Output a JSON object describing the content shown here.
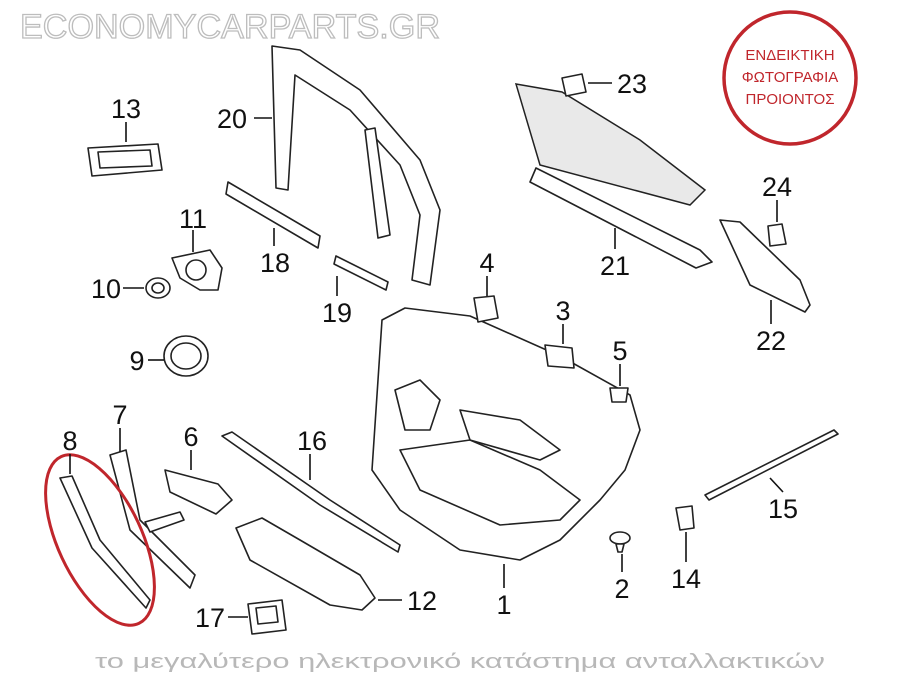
{
  "diagram": {
    "title": "Rear door trim panel parts diagram",
    "callouts": [
      "1",
      "2",
      "3",
      "4",
      "5",
      "6",
      "7",
      "8",
      "9",
      "10",
      "11",
      "12",
      "13",
      "14",
      "15",
      "16",
      "17",
      "18",
      "19",
      "20",
      "21",
      "22",
      "23",
      "24"
    ]
  },
  "notice": {
    "lines": [
      "ΕΝΔΕΙΚΤΙΚΗ",
      "ΦΩΤΟΓΡΑΦΙΑ",
      "ΠΡΟΙΟΝΤΟΣ"
    ],
    "color": "#c0262c"
  },
  "watermark": {
    "brand": "ECONOMYCARPARTS.GR",
    "tagline": "το μεγαλύτερο ηλεκτρονικό κατάστημα ανταλλακτικών"
  },
  "highlight_color": "#c0262c"
}
